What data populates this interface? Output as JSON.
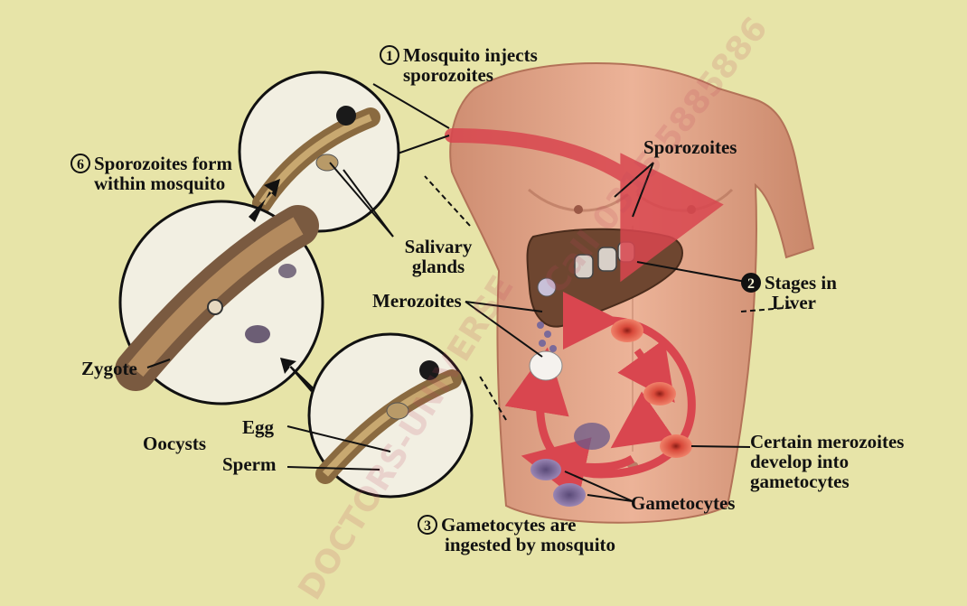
{
  "colors": {
    "page_bg": "#e7e4a8",
    "skin": "#e2a588",
    "liver": "#6e4630",
    "arrow": "#d9464f",
    "cell": "#e0543e",
    "inset_bg": "#f2efe2",
    "ink": "#111111"
  },
  "steps": {
    "step1": {
      "number": "1",
      "text": [
        "Mosquito injects",
        "sporozoites"
      ]
    },
    "step2": {
      "number": "2",
      "text": [
        "Stages in",
        "Liver"
      ]
    },
    "step3": {
      "number": "3",
      "text": [
        "Gametocytes are",
        "ingested by mosquito"
      ]
    },
    "step6": {
      "number": "6",
      "text": [
        "Sporozoites form",
        "within mosquito"
      ]
    }
  },
  "labels": {
    "sporozoites": "Sporozoites",
    "salivary_glands": [
      "Salivary",
      "glands"
    ],
    "merozoites": "Merozoites",
    "certain_merozoites": [
      "Certain merozoites",
      "develop into",
      "gametocytes"
    ],
    "gametocytes": "Gametocytes",
    "zygote": "Zygote",
    "oocysts": "Oocysts",
    "egg": "Egg",
    "sperm": "Sperm"
  },
  "watermark": {
    "text": "Call 0315 5885886",
    "text2": "DOCTORS-UNIVERSE"
  }
}
